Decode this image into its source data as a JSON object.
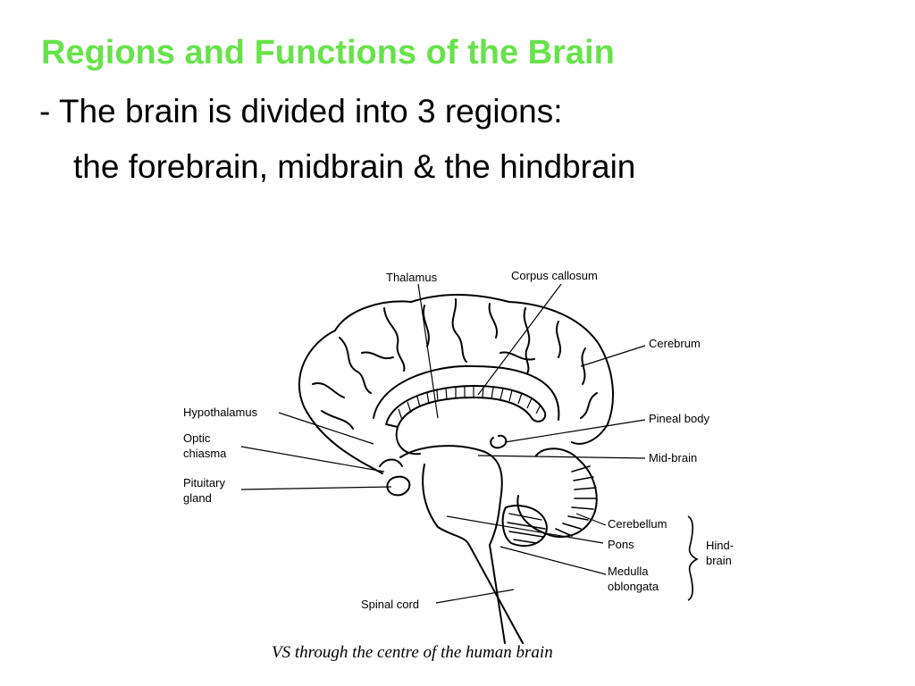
{
  "slide": {
    "title": "Regions and Functions of the Brain",
    "line1": "- The brain is divided into 3 regions:",
    "line2": "the forebrain, midbrain & the hindbrain"
  },
  "diagram": {
    "labels": {
      "thalamus": "Thalamus",
      "corpus_callosum": "Corpus callosum",
      "cerebrum": "Cerebrum",
      "hypothalamus": "Hypothalamus",
      "pineal_body": "Pineal body",
      "optic": "Optic",
      "chiasma": "chiasma",
      "mid_brain": "Mid-brain",
      "pituitary": "Pituitary",
      "gland": "gland",
      "cerebellum": "Cerebellum",
      "pons": "Pons",
      "hind": "Hind-",
      "brain": "brain",
      "medulla": "Medulla",
      "oblongata": "oblongata",
      "spinal_cord": "Spinal cord"
    },
    "caption": "VS through the centre of the human brain"
  },
  "colors": {
    "title": "#66e34a",
    "text": "#000000"
  }
}
